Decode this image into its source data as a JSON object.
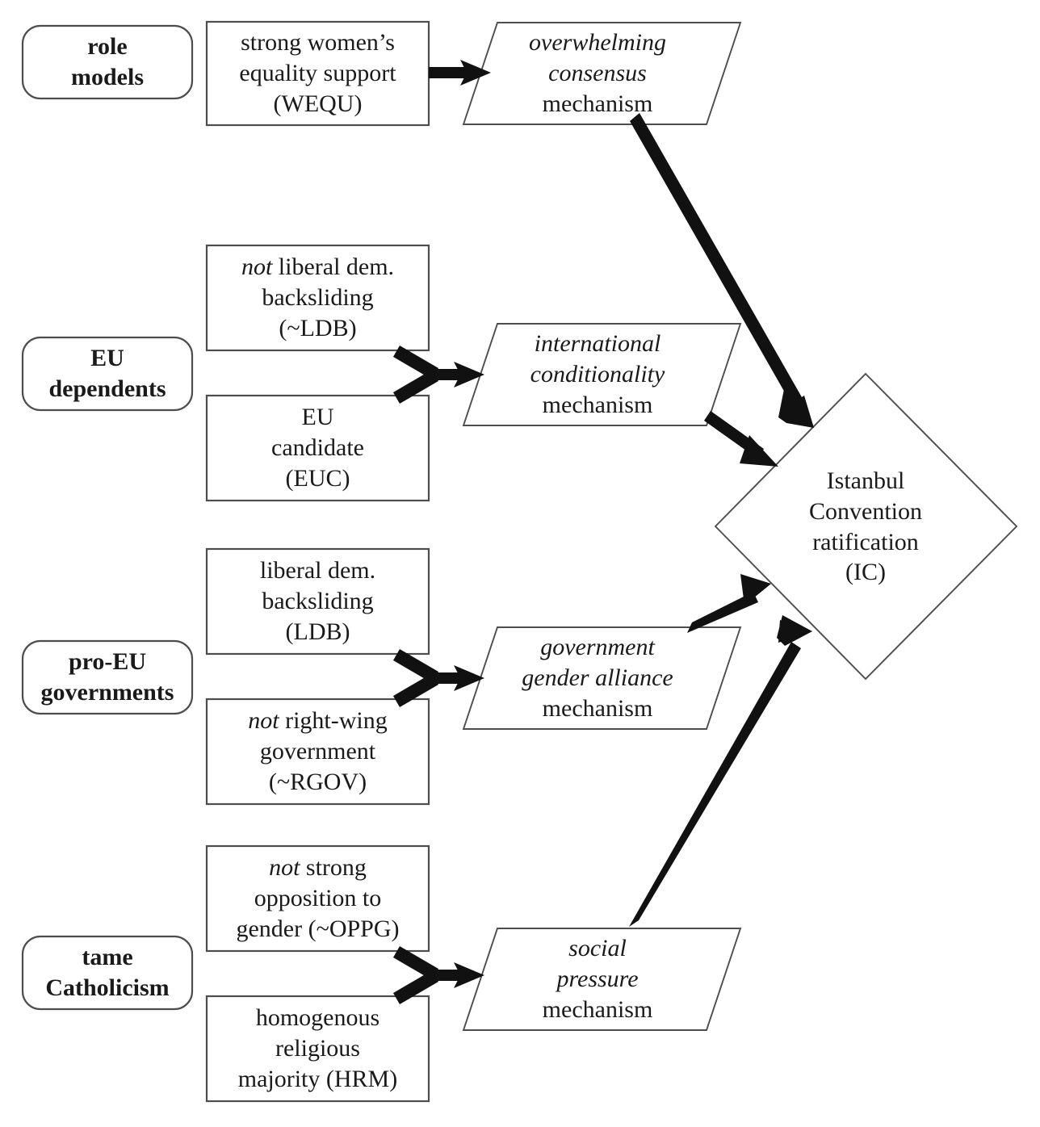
{
  "diagram": {
    "title": "Istanbul Convention ratification causal pathways",
    "type": "flowchart",
    "colors": {
      "background": "#ffffff",
      "shape_stroke": "#4d4d4d",
      "arrow_fill": "#111111",
      "text": "#1a1a1a"
    },
    "groups": [
      {
        "id": "role-models",
        "lines": [
          "role",
          "models"
        ]
      },
      {
        "id": "eu-dependents",
        "lines": [
          "EU",
          "dependents"
        ]
      },
      {
        "id": "pro-eu-governments",
        "lines": [
          "pro-EU",
          "governments"
        ]
      },
      {
        "id": "tame-catholicism",
        "lines": [
          "tame",
          "Catholicism"
        ]
      }
    ],
    "conditions": [
      {
        "id": "wequ",
        "code": "WEQU",
        "lines": [
          {
            "italic": "",
            "text": "strong women’s"
          },
          {
            "italic": "",
            "text": "equality support"
          },
          {
            "italic": "",
            "text": "(WEQU)"
          }
        ]
      },
      {
        "id": "not-ldb",
        "code": "~LDB",
        "lines": [
          {
            "italic": "not",
            "text": " liberal dem."
          },
          {
            "italic": "",
            "text": "backsliding"
          },
          {
            "italic": "",
            "text": "(~LDB)"
          }
        ]
      },
      {
        "id": "euc",
        "code": "EUC",
        "lines": [
          {
            "italic": "",
            "text": "EU"
          },
          {
            "italic": "",
            "text": "candidate"
          },
          {
            "italic": "",
            "text": "(EUC)"
          }
        ]
      },
      {
        "id": "ldb",
        "code": "LDB",
        "lines": [
          {
            "italic": "",
            "text": "liberal dem."
          },
          {
            "italic": "",
            "text": "backsliding"
          },
          {
            "italic": "",
            "text": "(LDB)"
          }
        ]
      },
      {
        "id": "not-rgov",
        "code": "~RGOV",
        "lines": [
          {
            "italic": "not",
            "text": " right-wing"
          },
          {
            "italic": "",
            "text": "government"
          },
          {
            "italic": "",
            "text": "(~RGOV)"
          }
        ]
      },
      {
        "id": "not-oppg",
        "code": "~OPPG",
        "lines": [
          {
            "italic": "not",
            "text": " strong"
          },
          {
            "italic": "",
            "text": "opposition to"
          },
          {
            "italic": "",
            "text": "gender (~OPPG)"
          }
        ]
      },
      {
        "id": "hrm",
        "code": "HRM",
        "lines": [
          {
            "italic": "",
            "text": "homogenous"
          },
          {
            "italic": "",
            "text": "religious"
          },
          {
            "italic": "",
            "text": "majority (HRM)"
          }
        ]
      }
    ],
    "mechanisms": [
      {
        "id": "overwhelming-consensus",
        "italic_lines": [
          "overwhelming",
          "consensus"
        ],
        "plain_line": "mechanism"
      },
      {
        "id": "international-conditionality",
        "italic_lines": [
          "international",
          "conditionality"
        ],
        "plain_line": "mechanism"
      },
      {
        "id": "government-gender-alliance",
        "italic_lines": [
          "government",
          "gender alliance"
        ],
        "plain_line": "mechanism"
      },
      {
        "id": "social-pressure",
        "italic_lines": [
          "social",
          "pressure"
        ],
        "plain_line": "mechanism"
      }
    ],
    "outcome": {
      "id": "istanbul-convention",
      "code": "IC",
      "lines": [
        "Istanbul",
        "Convention",
        "ratification",
        "(IC)"
      ]
    }
  }
}
